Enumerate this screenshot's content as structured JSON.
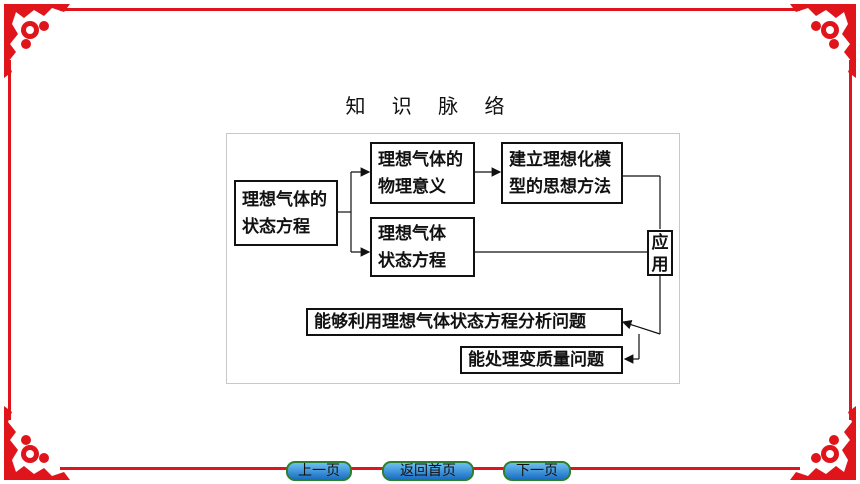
{
  "title": "知 识 脉 络",
  "diagram": {
    "root": {
      "line1": "理想气体的",
      "line2": "状态方程"
    },
    "meaning": {
      "line1": "理想气体的",
      "line2": "物理意义"
    },
    "model": {
      "line1": "建立理想化模",
      "line2": "型的思想方法"
    },
    "equation": {
      "line1": "理想气体",
      "line2": "状态方程"
    },
    "apply": {
      "char1": "应",
      "char2": "用"
    },
    "analyze": "能够利用理想气体状态方程分析问题",
    "variable_mass": "能处理变质量问题"
  },
  "nav": {
    "prev": "上一页",
    "home": "返回首页",
    "next": "下一页"
  },
  "colors": {
    "frame": "#e0141b",
    "nav_fill": "#1c6fc4",
    "nav_border": "#2d7f2d"
  }
}
